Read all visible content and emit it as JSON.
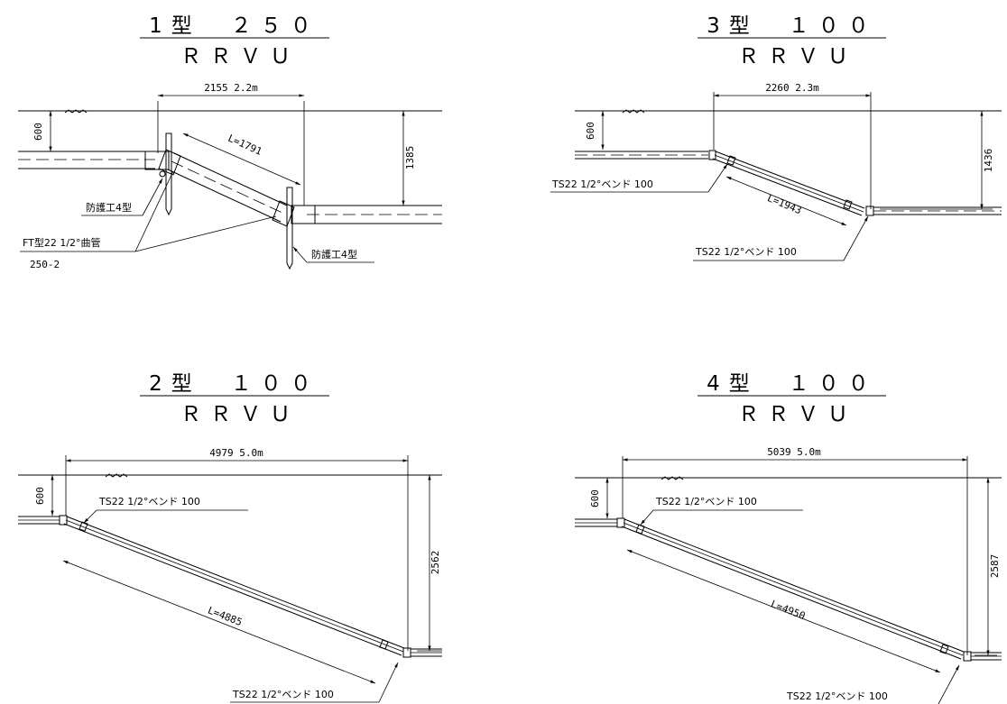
{
  "diagrams": [
    {
      "id": "type1",
      "title_line1": "1型　２５０",
      "title_line2": "ＲＲＶＵ",
      "width_dim": "2155  2.2m",
      "depth_dim": "600",
      "height_dim": "1385",
      "length": "L=1791",
      "callouts": [
        "防護工4型",
        "FT型22 1/2°曲管",
        "250-2",
        "防護工4型"
      ]
    },
    {
      "id": "type3",
      "title_line1": "3型　１００",
      "title_line2": "ＲＲＶＵ",
      "width_dim": "2260  2.3m",
      "depth_dim": "600",
      "height_dim": "1436",
      "length": "L=1943",
      "callouts": [
        "TS22 1/2°ベンド  100",
        "TS22 1/2°ベンド  100"
      ]
    },
    {
      "id": "type2",
      "title_line1": "2型　１００",
      "title_line2": "ＲＲＶＵ",
      "width_dim": "4979  5.0m",
      "depth_dim": "600",
      "height_dim": "2562",
      "length": "L=4885",
      "callouts": [
        "TS22 1/2°ベンド  100",
        "TS22 1/2°ベンド  100"
      ]
    },
    {
      "id": "type4",
      "title_line1": "4型　１００",
      "title_line2": "ＲＲＶＵ",
      "width_dim": "5039  5.0m",
      "depth_dim": "600",
      "height_dim": "2587",
      "length": "L=4950",
      "callouts": [
        "TS22 1/2°ベンド  100",
        "TS22 1/2°ベンド  100"
      ]
    }
  ]
}
